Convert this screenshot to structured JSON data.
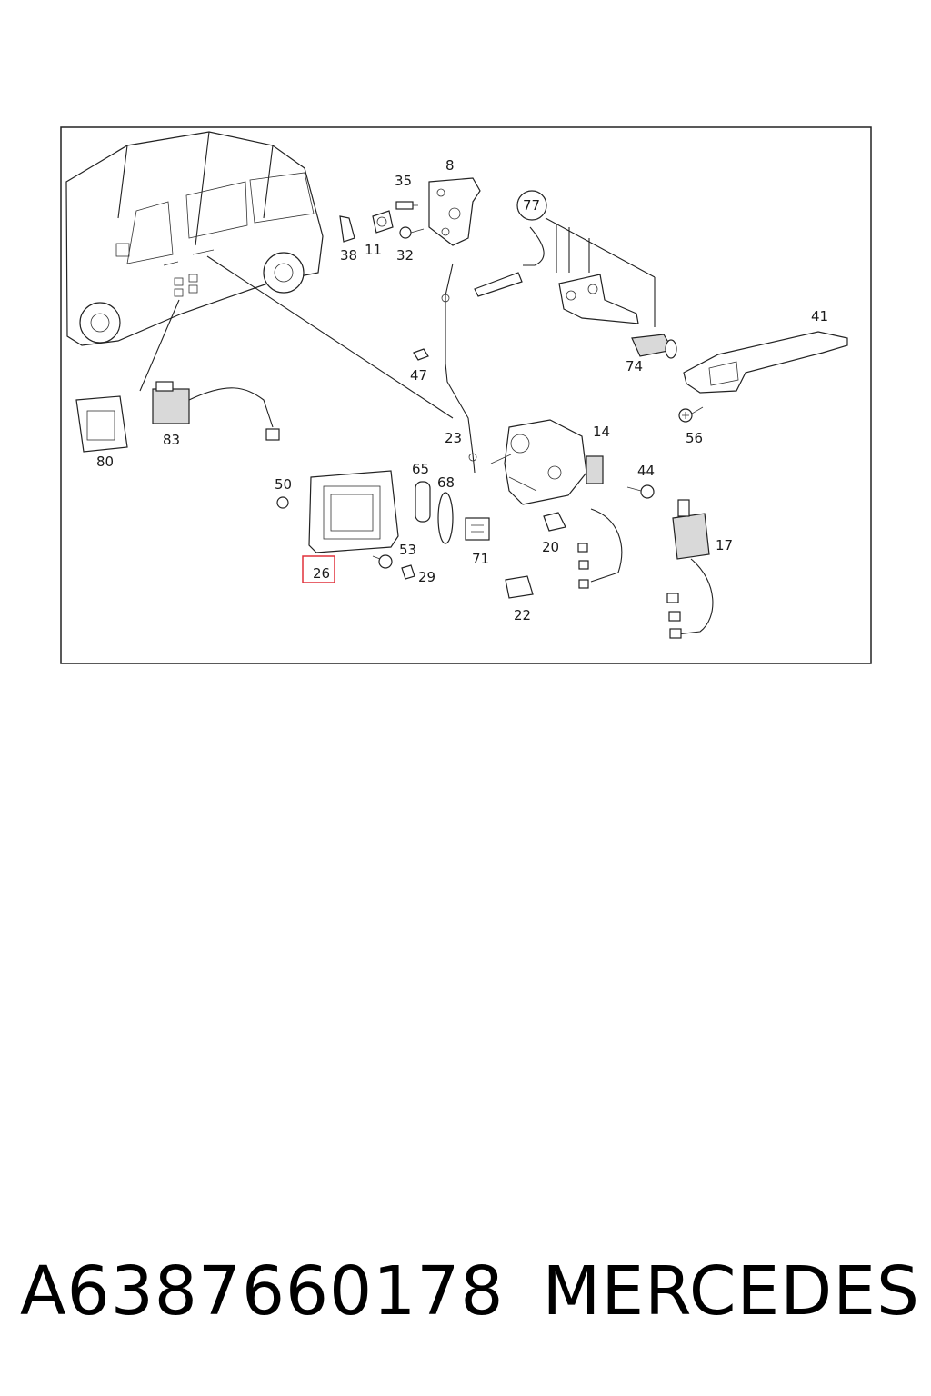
{
  "diagram": {
    "callouts": {
      "c8": "8",
      "c35": "35",
      "c38": "38",
      "c11": "11",
      "c32": "32",
      "c77": "77",
      "c41": "41",
      "c74": "74",
      "c47": "47",
      "c56": "56",
      "c83": "83",
      "c80": "80",
      "c23": "23",
      "c14": "14",
      "c44": "44",
      "c50": "50",
      "c65": "65",
      "c68": "68",
      "c20": "20",
      "c17": "17",
      "c53": "53",
      "c71": "71",
      "c26": "26",
      "c29": "29",
      "c22": "22"
    },
    "highlight_color": "#e0303a"
  },
  "caption": {
    "part_number": "A6387660178",
    "brand": "MERCEDES"
  }
}
